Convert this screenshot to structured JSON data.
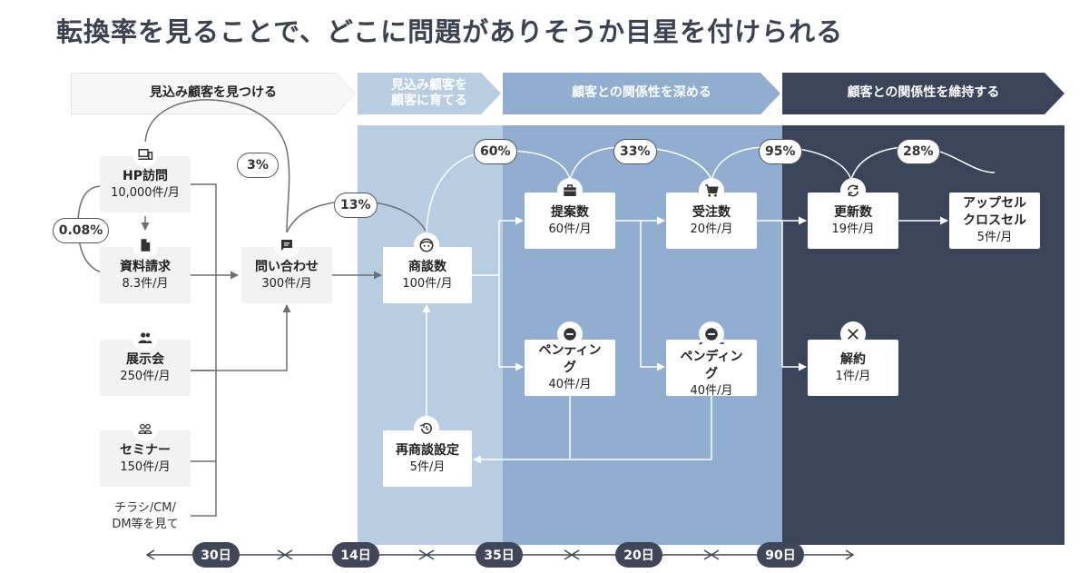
{
  "title": "転換率を見ることで、どこに問題がありそうか目星を付けられる",
  "phases": [
    {
      "label": "見込み顧客を見つける"
    },
    {
      "line1": "見込み顧客を",
      "line2": "顧客に育てる"
    },
    {
      "label": "顧客との関係性を深める"
    },
    {
      "label": "顧客との関係性を維持する"
    }
  ],
  "nodes": {
    "hp": {
      "name": "HP訪問",
      "value": "10,000件/月"
    },
    "shiryo": {
      "name": "資料請求",
      "value": "8.3件/月"
    },
    "tenji": {
      "name": "展示会",
      "value": "250件/月"
    },
    "seminar": {
      "name": "セミナー",
      "value": "150件/月"
    },
    "toiawase": {
      "name": "問い合わせ",
      "value": "300件/月"
    },
    "shodan": {
      "name": "商談数",
      "value": "100件/月"
    },
    "saishodan": {
      "name": "再商談設定",
      "value": "5件/月"
    },
    "teian": {
      "name": "提案数",
      "value": "60件/月"
    },
    "pending": {
      "line1": "ペンディン",
      "line2": "グ",
      "value": "40件/月"
    },
    "juchu": {
      "name": "受注数",
      "value": "20件/月"
    },
    "shitchu": {
      "line0": "失注",
      "line1": "ペンディン",
      "line2": "グ",
      "value": "40件/月"
    },
    "koshin": {
      "name": "更新数",
      "value": "19件/月"
    },
    "upsell": {
      "line1": "アップセル",
      "line2": "クロスセル",
      "value": "5件/月"
    },
    "kaiyaku": {
      "name": "解約",
      "value": "1件/月"
    }
  },
  "other_source": {
    "line1": "チラシ/CM/",
    "line2": "DM等を見て"
  },
  "rates": {
    "r008": "0.08%",
    "r3": "3%",
    "r13": "13%",
    "r60": "60%",
    "r33": "33%",
    "r95": "95%",
    "r28": "28%"
  },
  "durations": [
    "30日",
    "14日",
    "35日",
    "20日",
    "90日"
  ],
  "colors": {
    "phase1": "#f4f4f4",
    "phase2": "#b9cde2",
    "phase3": "#91aed0",
    "phase4": "#3b4559",
    "arrow": "#6f6f6f",
    "badge": "#3f4759"
  },
  "icons": [
    "devices-icon",
    "document-icon",
    "people-icon",
    "group-icon",
    "chat-icon",
    "face-icon",
    "history-icon",
    "briefcase-icon",
    "minus-circle-icon",
    "cart-icon",
    "minus-circle-icon",
    "sync-icon",
    "close-icon"
  ]
}
